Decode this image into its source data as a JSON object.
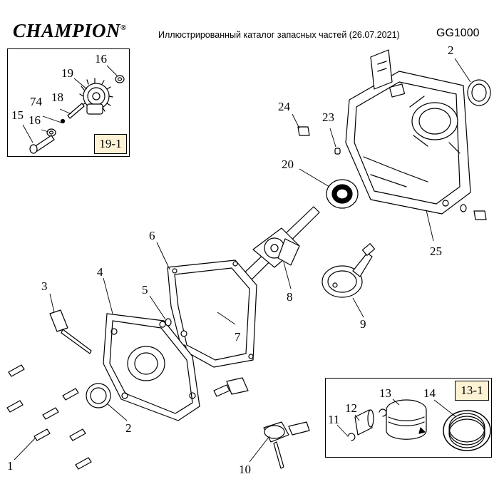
{
  "header": {
    "brand": "CHAMPION",
    "brand_mark": "®",
    "catalog_title": "Иллюстрированный каталог запасных частей (26.07.2021)",
    "model": "GG1000"
  },
  "insets": [
    {
      "id": "19-1",
      "label": "19-1"
    },
    {
      "id": "13-1",
      "label": "13-1"
    }
  ],
  "callouts": [
    {
      "id": "c16a",
      "text": "16"
    },
    {
      "id": "c19",
      "text": "19"
    },
    {
      "id": "c74",
      "text": "74"
    },
    {
      "id": "c18",
      "text": "18"
    },
    {
      "id": "c15",
      "text": "15"
    },
    {
      "id": "c16b",
      "text": "16"
    },
    {
      "id": "c2a",
      "text": "2"
    },
    {
      "id": "c24",
      "text": "24"
    },
    {
      "id": "c23",
      "text": "23"
    },
    {
      "id": "c20",
      "text": "20"
    },
    {
      "id": "c25",
      "text": "25"
    },
    {
      "id": "c6",
      "text": "6"
    },
    {
      "id": "c3",
      "text": "3"
    },
    {
      "id": "c4",
      "text": "4"
    },
    {
      "id": "c5",
      "text": "5"
    },
    {
      "id": "c7",
      "text": "7"
    },
    {
      "id": "c8",
      "text": "8"
    },
    {
      "id": "c9",
      "text": "9"
    },
    {
      "id": "c2b",
      "text": "2"
    },
    {
      "id": "c13",
      "text": "13"
    },
    {
      "id": "c14",
      "text": "14"
    },
    {
      "id": "c11",
      "text": "11"
    },
    {
      "id": "c12",
      "text": "12"
    },
    {
      "id": "c1",
      "text": "1"
    },
    {
      "id": "c10",
      "text": "10"
    }
  ]
}
